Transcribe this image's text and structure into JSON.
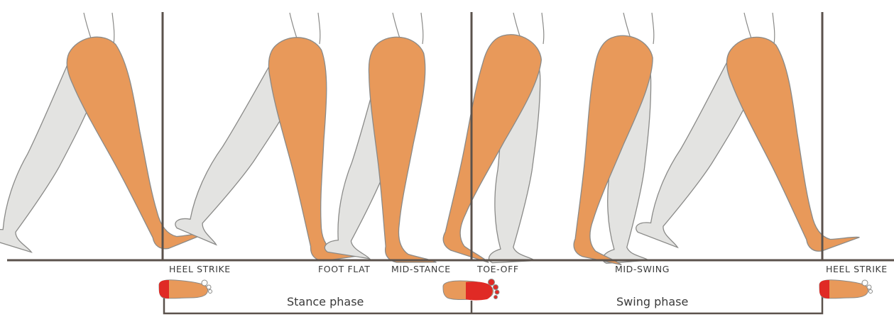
{
  "events": [
    {
      "label": "HEEL STRIKE"
    },
    {
      "label": "FOOT FLAT"
    },
    {
      "label": "MID-STANCE"
    },
    {
      "label": "TOE-OFF"
    },
    {
      "label": "MID-SWING"
    },
    {
      "label": "HEEL STRIKE"
    }
  ],
  "phases": [
    {
      "label": "Stance phase"
    },
    {
      "label": "Swing phase"
    }
  ],
  "colors": {
    "active_leg": "#e8995a",
    "passive_leg": "#e3e3e1",
    "outline": "#8a8a88",
    "line": "#5b524c",
    "contact": "#e02a25"
  }
}
